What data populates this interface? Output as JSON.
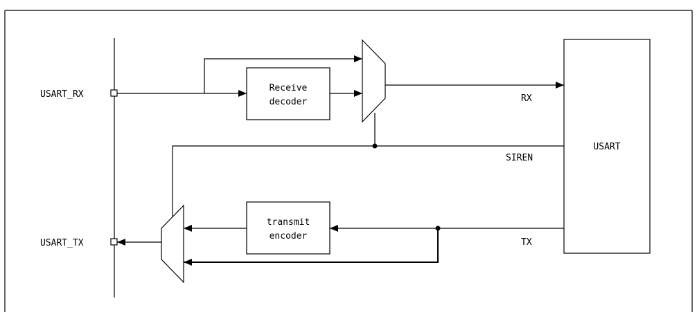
{
  "pins": {
    "rx": "USART_RX",
    "tx": "USART_TX"
  },
  "blocks": {
    "decoder_line1": "Receive",
    "decoder_line2": "decoder",
    "encoder_line1": "transmit",
    "encoder_line2": "encoder",
    "usart": "USART"
  },
  "signals": {
    "rx": "RX",
    "siren": "SIREN",
    "tx": "TX"
  }
}
